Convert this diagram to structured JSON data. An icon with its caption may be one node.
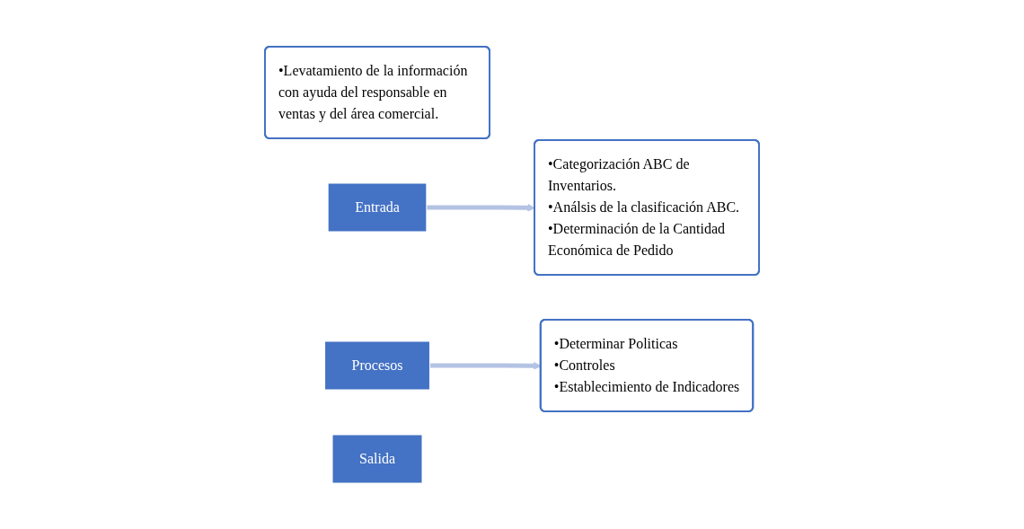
{
  "diagram": {
    "nodes": [
      {
        "text": [
          "•Levatamiento de la información con ayuda del responsable en ventas y del área comercial."
        ]
      },
      {
        "text": [
          "Entrada"
        ]
      },
      {
        "text": [
          "Procesos"
        ]
      },
      {
        "text": [
          "•Categorización ABC de Inventarios.",
          "•Análsis de la clasificación ABC.",
          "•Determinación de la Cantidad Económica de Pedido"
        ]
      },
      {
        "text": [
          "•Determinar Politicas",
          "•Controles",
          "•Establecimiento de Indicadores"
        ]
      },
      {
        "text": [
          "Salida"
        ]
      }
    ],
    "edges": [
      {
        "from": 1,
        "to": 3,
        "arrow": "to"
      },
      {
        "from": 2,
        "to": 4,
        "arrow": "to"
      }
    ]
  }
}
